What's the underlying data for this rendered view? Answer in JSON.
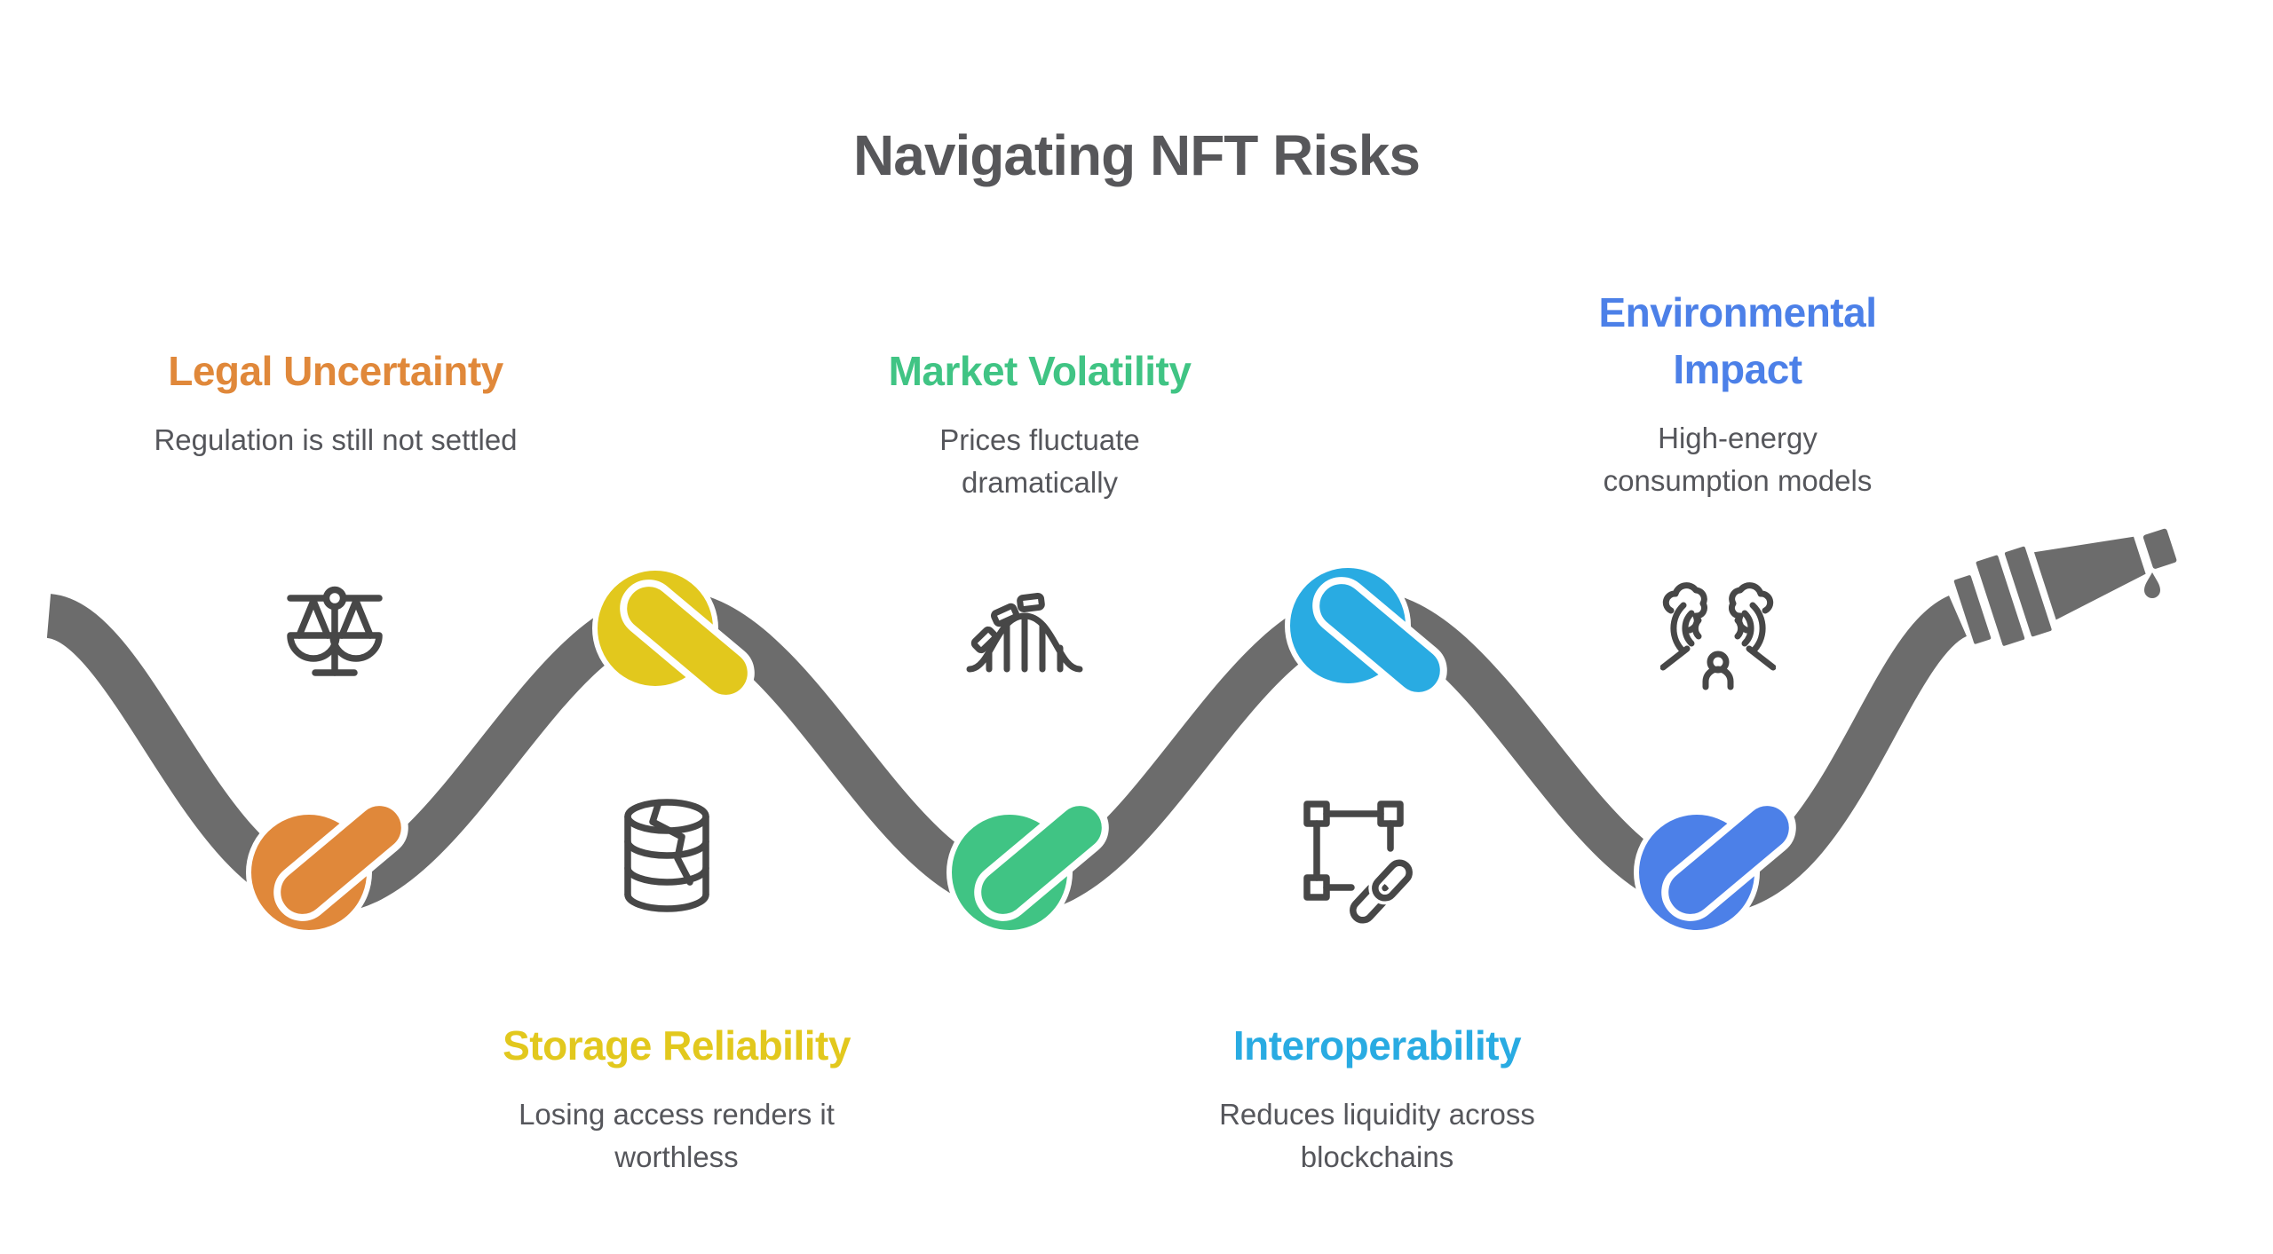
{
  "title": "Navigating NFT Risks",
  "rope": {
    "color": "#6C6C6C",
    "start": "loose-rope-end",
    "end": "dripping-nozzle",
    "knot_count": 5
  },
  "icon_color": "#474747",
  "title_color": "#57575A",
  "body_text_color": "#55565B",
  "sections": [
    {
      "id": "legal-uncertainty",
      "label": "Legal Uncertainty",
      "description": "Regulation is still not settled",
      "color": "#E0883A",
      "icon": "balance-scale-icon",
      "knot_position": "bottom"
    },
    {
      "id": "storage-reliability",
      "label": "Storage Reliability",
      "description": "Losing access renders it worthless",
      "color": "#E2C81D",
      "icon": "cracked-database-icon",
      "knot_position": "top"
    },
    {
      "id": "market-volatility",
      "label": "Market Volatility",
      "description": "Prices fluctuate dramatically",
      "color": "#40C484",
      "icon": "rollercoaster-icon",
      "knot_position": "bottom"
    },
    {
      "id": "interoperability",
      "label": "Interoperability",
      "description": "Reduces liquidity across blockchains",
      "color": "#29ABE2",
      "icon": "selection-chain-link-icon",
      "knot_position": "top"
    },
    {
      "id": "environmental-impact",
      "label": "Environmental Impact",
      "description": "High-energy consumption models",
      "color": "#4C80E8",
      "icon": "smoke-emissions-person-icon",
      "knot_position": "bottom"
    }
  ]
}
